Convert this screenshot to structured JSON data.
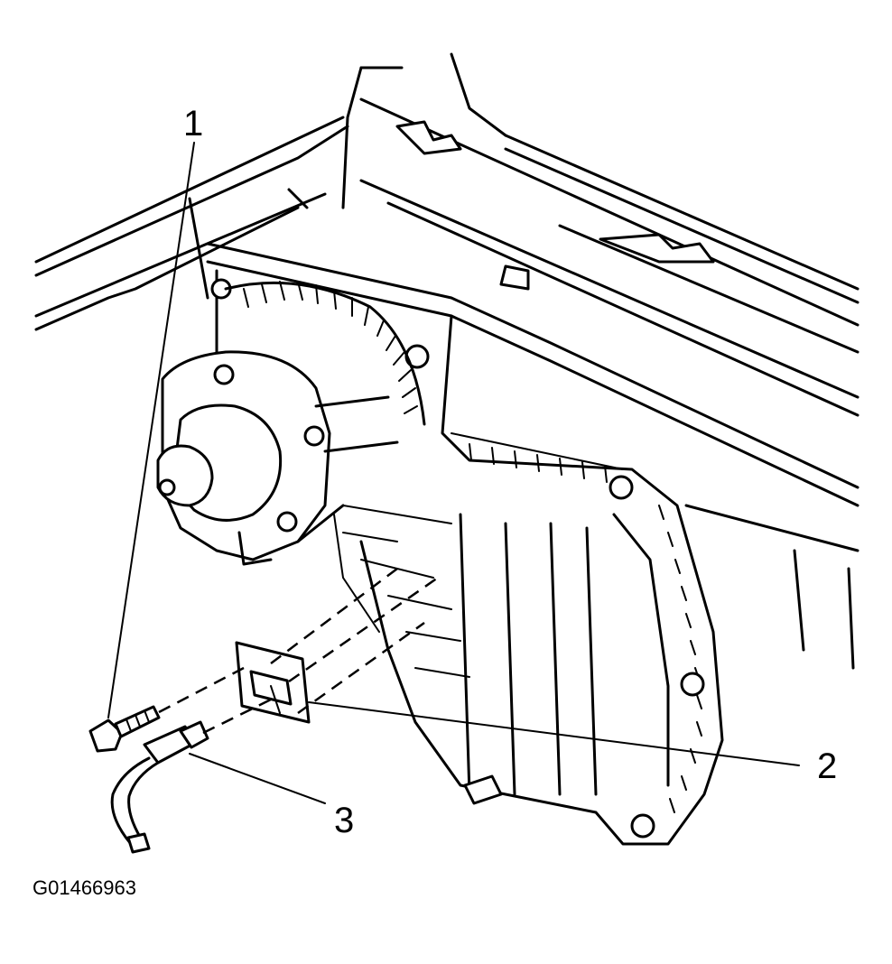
{
  "callouts": [
    {
      "id": "1",
      "label": "1"
    },
    {
      "id": "2",
      "label": "2"
    },
    {
      "id": "3",
      "label": "3"
    }
  ],
  "figure_id": "G01466963",
  "colors": {
    "line": "#000000",
    "background": "#ffffff"
  }
}
